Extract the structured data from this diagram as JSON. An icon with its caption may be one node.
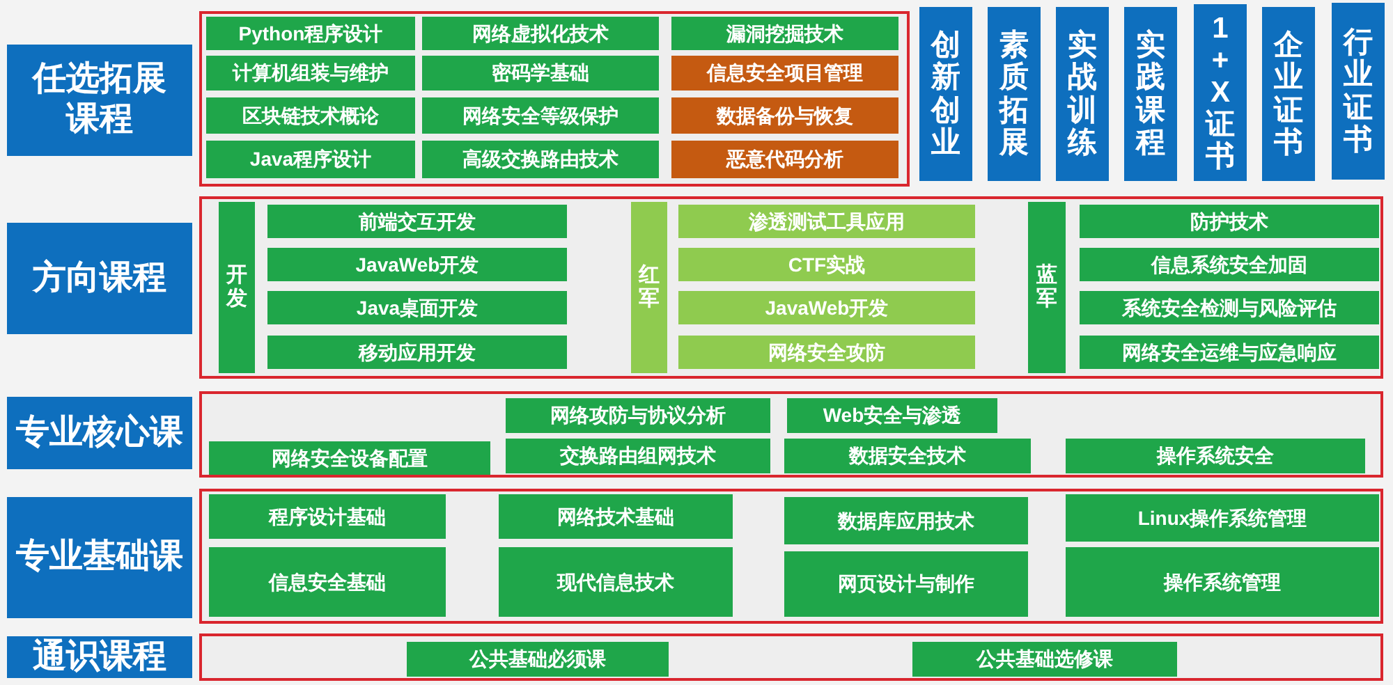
{
  "diagram": {
    "nodes": [
      {
        "text": [
          "任选拓展课程"
        ]
      },
      {
        "text": [],
        "shape": "box"
      },
      {
        "text": [
          "Python程序设计"
        ],
        "in": 1
      },
      {
        "text": [
          "网络虚拟化技术"
        ],
        "in": 1
      },
      {
        "text": [
          "漏洞挖掘技术"
        ],
        "in": 1
      },
      {
        "text": [
          "计算机组装与维护"
        ],
        "in": 1
      },
      {
        "text": [
          "密码学基础"
        ],
        "in": 1
      },
      {
        "text": [
          "信息安全项目管理"
        ],
        "in": 1
      },
      {
        "text": [
          "区块链技术概论"
        ],
        "in": 1
      },
      {
        "text": [
          "网络安全等级保护"
        ],
        "in": 1
      },
      {
        "text": [
          "数据备份与恢复"
        ],
        "in": 1
      },
      {
        "text": [
          "Java程序设计"
        ],
        "in": 1
      },
      {
        "text": [
          "高级交换路由技术"
        ],
        "in": 1
      },
      {
        "text": [
          "恶意代码分析"
        ],
        "in": 1
      },
      {
        "text": [
          "创新创业"
        ]
      },
      {
        "text": [
          "素质拓展"
        ]
      },
      {
        "text": [
          "实战训练"
        ]
      },
      {
        "text": [
          "实践课程"
        ]
      },
      {
        "text": [
          "1+X证书"
        ]
      },
      {
        "text": [
          "企业证书"
        ]
      },
      {
        "text": [
          "行业证书"
        ]
      },
      {
        "text": [
          "方向课程"
        ]
      },
      {
        "text": [],
        "shape": "box"
      },
      {
        "text": [
          "开发"
        ],
        "in": 22
      },
      {
        "text": [
          "前端交互开发"
        ],
        "in": 22
      },
      {
        "text": [
          "JavaWeb开发"
        ],
        "in": 22
      },
      {
        "text": [
          "Java桌面开发"
        ],
        "in": 22
      },
      {
        "text": [
          "移动应用开发"
        ],
        "in": 22
      },
      {
        "text": [
          "红军"
        ],
        "in": 22
      },
      {
        "text": [
          "渗透测试工具应用"
        ],
        "in": 22
      },
      {
        "text": [
          "CTF实战"
        ],
        "in": 22
      },
      {
        "text": [
          "JavaWeb开发"
        ],
        "in": 22
      },
      {
        "text": [
          "网络安全攻防"
        ],
        "in": 22
      },
      {
        "text": [
          "蓝军"
        ],
        "in": 22
      },
      {
        "text": [
          "防护技术"
        ],
        "in": 22
      },
      {
        "text": [
          "信息系统安全加固"
        ],
        "in": 22
      },
      {
        "text": [
          "系统安全检测与风险评估"
        ],
        "in": 22
      },
      {
        "text": [
          "网络安全运维与应急响应"
        ],
        "in": 22
      },
      {
        "text": [
          "专业核心课"
        ]
      },
      {
        "text": [],
        "shape": "box"
      },
      {
        "text": [
          "网络攻防与协议分析"
        ],
        "in": 39
      },
      {
        "text": [
          "Web安全与渗透"
        ],
        "in": 39
      },
      {
        "text": [
          "网络安全设备配置"
        ],
        "in": 39
      },
      {
        "text": [
          "交换路由组网技术"
        ],
        "in": 39
      },
      {
        "text": [
          "数据安全技术"
        ],
        "in": 39
      },
      {
        "text": [
          "操作系统安全"
        ],
        "in": 39
      },
      {
        "text": [
          "专业基础课"
        ]
      },
      {
        "text": [],
        "shape": "box"
      },
      {
        "text": [
          "程序设计基础"
        ],
        "in": 47
      },
      {
        "text": [
          "网络技术基础"
        ],
        "in": 47
      },
      {
        "text": [
          "数据库应用技术"
        ],
        "in": 47
      },
      {
        "text": [
          "Linux操作系统管理"
        ],
        "in": 47
      },
      {
        "text": [
          "信息安全基础"
        ],
        "in": 47
      },
      {
        "text": [
          "现代信息技术"
        ],
        "in": 47
      },
      {
        "text": [
          "网页设计与制作"
        ],
        "in": 47
      },
      {
        "text": [
          "操作系统管理"
        ],
        "in": 47
      },
      {
        "text": [
          "通识课程"
        ]
      },
      {
        "text": [],
        "shape": "box"
      },
      {
        "text": [
          "公共基础必须课"
        ],
        "in": 57
      },
      {
        "text": [
          "公共基础选修课"
        ],
        "in": 57
      }
    ]
  }
}
